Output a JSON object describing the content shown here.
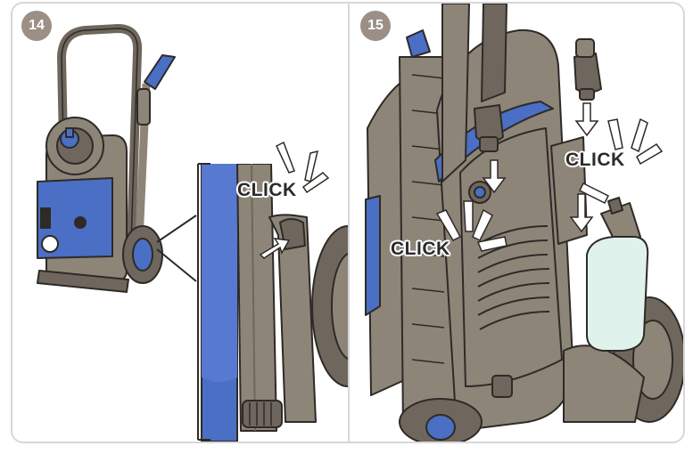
{
  "panels": [
    {
      "step": "14",
      "callouts": [
        "CLICK"
      ]
    },
    {
      "step": "15",
      "callouts": [
        "CLICK",
        "CLICK"
      ]
    }
  ],
  "colors": {
    "machine_body": "#8e8579",
    "machine_dark": "#6f675d",
    "accent_blue": "#4a6fc4",
    "outline": "#2e2a26",
    "bottle": "#dff3ec",
    "badge": "#9b8f86"
  }
}
